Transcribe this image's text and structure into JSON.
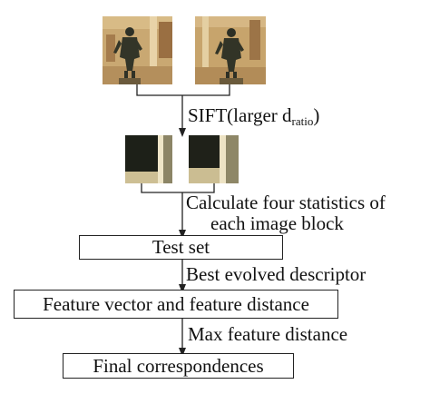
{
  "diagram": {
    "images": {
      "top_left": "statue-photo-left",
      "top_right": "statue-photo-right",
      "block_left": "image-block-left",
      "block_right": "image-block-right"
    },
    "step1": {
      "label_main": "SIFT(larger d",
      "label_sub": "ratio",
      "label_close": ")"
    },
    "step2": {
      "line1": "Calculate four statistics of",
      "line2": "each image block"
    },
    "boxes": {
      "test_set": "Test set",
      "feature": "Feature vector and feature distance",
      "final": "Final correspondences"
    },
    "step3": "Best evolved descriptor",
    "step4": "Max feature distance",
    "colors": {
      "line": "#222222",
      "box_border": "#222222"
    }
  }
}
